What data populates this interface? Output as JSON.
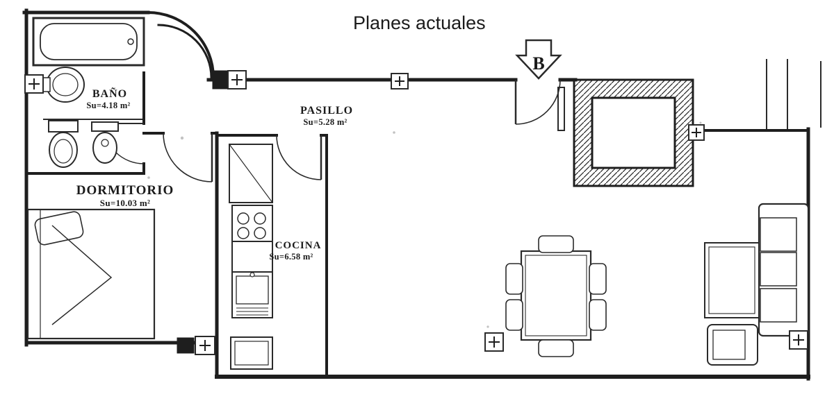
{
  "title": "Planes actuales",
  "compass": {
    "label": "B"
  },
  "rooms": {
    "bano": {
      "name": "BAÑO",
      "area": "Su=4.18 m²"
    },
    "pasillo": {
      "name": "PASILLO",
      "area": "Su=5.28 m²"
    },
    "dormitorio": {
      "name": "DORMITORIO",
      "area": "Su=10.03 m²"
    },
    "cocina": {
      "name": "COCINA",
      "area": "Su=6.58 m²"
    }
  },
  "colors": {
    "ink": "#1e1e1e",
    "paper": "#ffffff"
  }
}
